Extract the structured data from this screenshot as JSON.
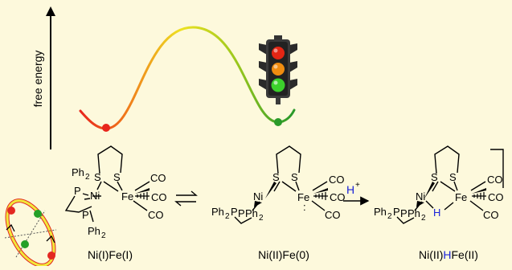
{
  "axis": {
    "ylabel": "free energy"
  },
  "structures": {
    "left": {
      "name": "Ni(I)Fe(I)"
    },
    "middle": {
      "name": "Ni(II)Fe(0)"
    },
    "right": {
      "name_prefix": "Ni(II)",
      "name_h": "H",
      "name_suffix": "Fe(II)"
    }
  },
  "reaction": {
    "reagent": "H",
    "reagent_charge": "+"
  },
  "atoms": {
    "ni": "Ni",
    "fe": "Fe",
    "s": "S",
    "p": "P",
    "ph": "Ph",
    "two": "2",
    "co": "CO",
    "h": "H",
    "dots": ":"
  },
  "colors": {
    "background": "#fdf9dc",
    "curve_red": "#e8261c",
    "curve_orange": "#f2a11c",
    "curve_yellow": "#eee222",
    "curve_green": "#2a9a2a",
    "hydride_blue": "#1a22d8",
    "ring_yellow": "#f1e83a",
    "ring_red": "#e32822",
    "ring_green": "#24a028",
    "light_red": "#e42614",
    "light_amber": "#ef8c10",
    "light_green": "#3cd02c"
  },
  "icons": [
    "traffic-light-icon",
    "equilibrium-arrows-icon",
    "reaction-arrow-icon",
    "energy-surface-ring-icon"
  ]
}
